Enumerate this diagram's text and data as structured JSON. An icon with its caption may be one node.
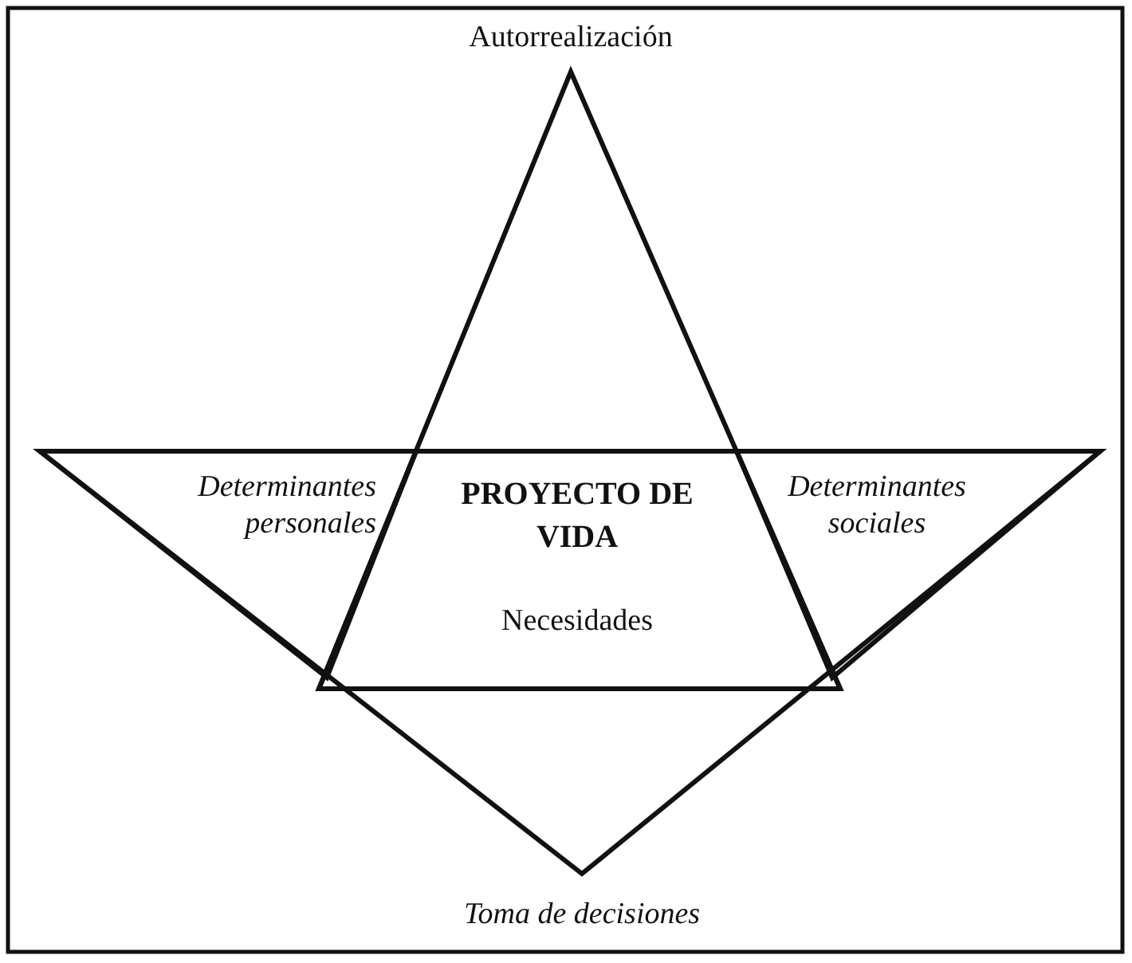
{
  "diagram": {
    "nodes": [
      {
        "text": [
          "Autorrealización"
        ]
      },
      {
        "text": [
          "Toma de decisiones"
        ]
      },
      {
        "text": [
          "PROYECTO DE VIDA",
          "Necesidades"
        ]
      },
      {
        "text": [
          "Determinantes personales"
        ],
        "in": 1
      },
      {
        "text": [
          "Determinantes sociales"
        ],
        "in": 1
      }
    ]
  }
}
